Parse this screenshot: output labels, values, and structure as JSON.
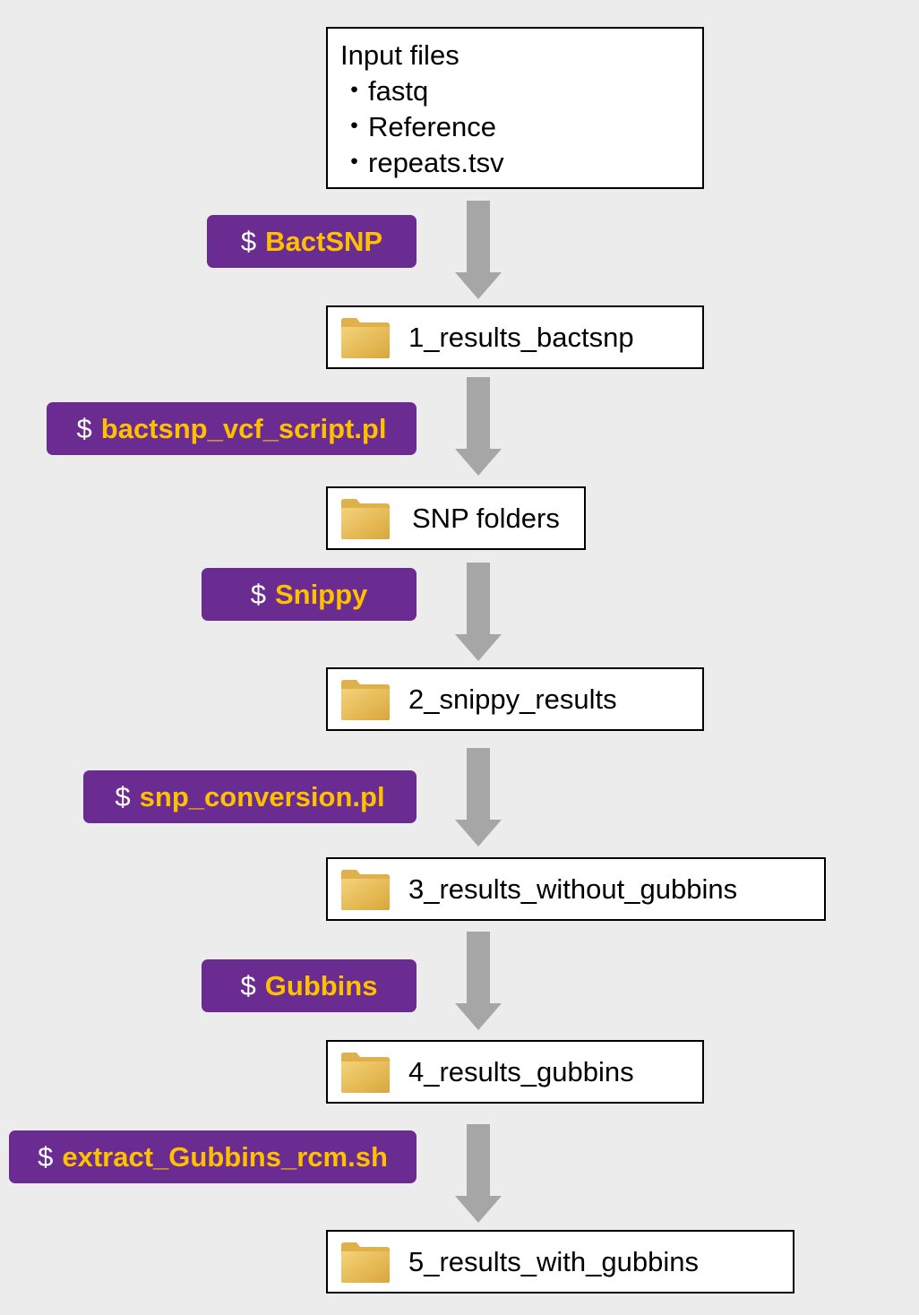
{
  "input": {
    "title": "Input files",
    "items": [
      "・fastq",
      "・Reference",
      "・repeats.tsv"
    ]
  },
  "folders": [
    {
      "label": "1_results_bactsnp"
    },
    {
      "label": "SNP folders"
    },
    {
      "label": "2_snippy_results"
    },
    {
      "label": "3_results_without_gubbins"
    },
    {
      "label": "4_results_gubbins"
    },
    {
      "label": "5_results_with_gubbins"
    }
  ],
  "commands": [
    {
      "prompt": "$",
      "name": "BactSNP"
    },
    {
      "prompt": "$",
      "name": "bactsnp_vcf_script.pl"
    },
    {
      "prompt": "$",
      "name": "Snippy"
    },
    {
      "prompt": "$",
      "name": "snp_conversion.pl"
    },
    {
      "prompt": "$",
      "name": "Gubbins"
    },
    {
      "prompt": "$",
      "name": "extract_Gubbins_rcm.sh"
    }
  ],
  "colors": {
    "background": "#ececec",
    "command_fill": "#6a2c91",
    "command_name": "#ffc000",
    "arrow": "#a6a6a6",
    "folder": "#e9b84a"
  },
  "icons": {
    "folder": "folder-icon",
    "arrow": "arrow-down-icon"
  }
}
